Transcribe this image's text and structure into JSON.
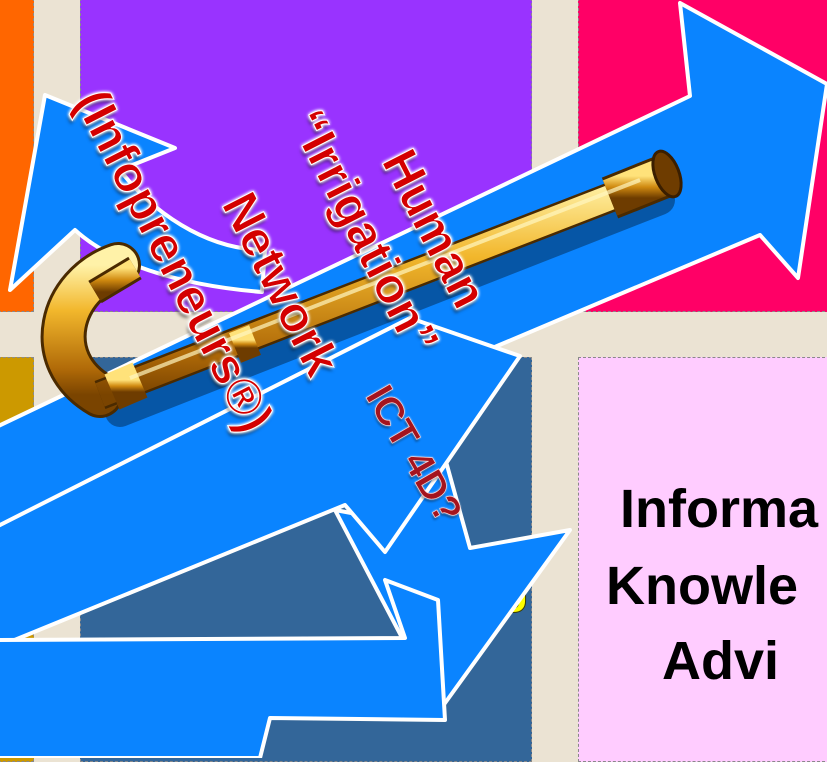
{
  "colors": {
    "background": "#ebe3d3",
    "tile_orange": "#ff6600",
    "tile_purple": "#9933ff",
    "tile_magenta": "#ff0066",
    "tile_mustard": "#cc9900",
    "tile_steel_blue": "#336699",
    "tile_pink": "#ffccff",
    "arrow_blue": "#0a84ff",
    "pipe_gold": "#e0a020",
    "label_red": "#d40000",
    "label_yellow": "#ffff00",
    "label_black": "#000000"
  },
  "icons": [
    "pipe-icon",
    "curved-arrow-icon",
    "arrow-icon"
  ],
  "tiles": {
    "pink": {
      "line1": "Informa",
      "line2": "Knowle",
      "line3": "Advi"
    },
    "steel_blue": {
      "partial_label": "ng"
    }
  },
  "overlay": {
    "line1": "Human",
    "line2": "“Irrigation”",
    "line3": "Network",
    "line4": "(Infopreneurs®)",
    "question": "ICT 4D?"
  }
}
